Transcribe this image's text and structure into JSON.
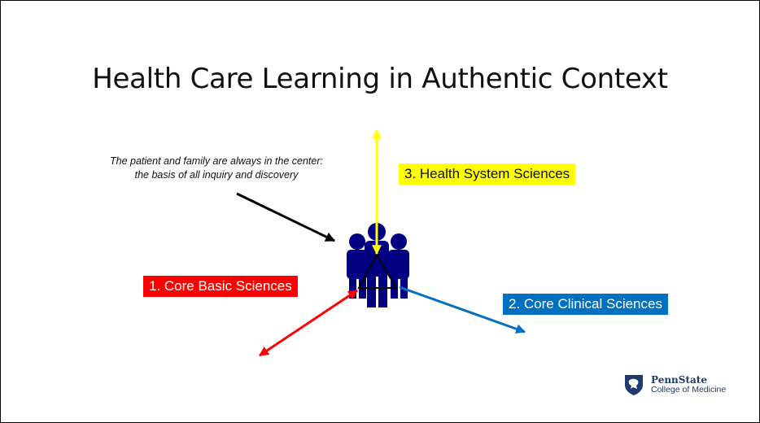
{
  "slide": {
    "title": "Health Care Learning in Authentic Context",
    "note_line1": "The patient and family are always in the center:",
    "note_line2": "the basis of all inquiry and discovery",
    "labels": {
      "health_system": "3. Health System Sciences",
      "basic": "1. Core Basic Sciences",
      "clinical": "2. Core Clinical Sciences"
    },
    "colors": {
      "health_system": "#ffff00",
      "basic": "#ff0000",
      "clinical": "#0070c0",
      "figures": "#000080"
    },
    "logo": {
      "name": "PennState",
      "subtitle": "College of Medicine",
      "icon": "nittany-lion-shield-icon"
    }
  }
}
